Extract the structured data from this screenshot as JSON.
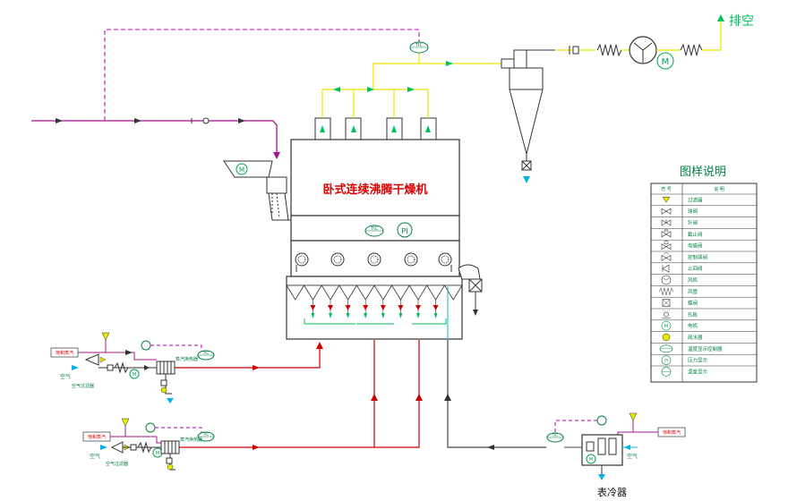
{
  "diagram": {
    "title": "卧式连续沸腾干燥机",
    "exhaust_label": "排空",
    "cooler_label": "表冷器",
    "instrument_labels": {
      "ti": "TIC",
      "pi": "PI",
      "pi_small": "PI",
      "m": "M"
    },
    "inlet_labels": {
      "steam": "饱和蒸汽",
      "air": "空气",
      "filter": "空气过滤器",
      "heater": "蒸汽换热器"
    },
    "legend": {
      "title": "图样说明",
      "header_symbol": "符  号",
      "header_desc": "说  明",
      "items": [
        {
          "icon": "filter-icon",
          "desc": "过滤器"
        },
        {
          "icon": "gate-valve-icon",
          "desc": "球阀"
        },
        {
          "icon": "needle-valve-icon",
          "desc": "针阀"
        },
        {
          "icon": "globe-valve-icon",
          "desc": "截止阀"
        },
        {
          "icon": "solenoid-valve-icon",
          "desc": "电磁阀"
        },
        {
          "icon": "control-valve-icon",
          "desc": "控制球阀"
        },
        {
          "icon": "check-valve-icon",
          "desc": "止回阀"
        },
        {
          "icon": "fan-icon",
          "desc": "风机"
        },
        {
          "icon": "bellows-icon",
          "desc": "风管"
        },
        {
          "icon": "butterfly-valve-icon",
          "desc": "蝶阀"
        },
        {
          "icon": "orifice-icon",
          "desc": "孔板"
        },
        {
          "icon": "motor-icon",
          "desc": "电机"
        },
        {
          "icon": "trap-icon",
          "desc": "疏水器"
        },
        {
          "icon": "temp-controller-icon",
          "desc": "温度显示控制器"
        },
        {
          "icon": "pressure-gauge-icon",
          "desc": "压力显示"
        },
        {
          "icon": "temp-gauge-icon",
          "desc": "温度显示"
        }
      ]
    },
    "colors": {
      "yellow": "#e8e800",
      "green": "#00c060",
      "red": "#cc0000",
      "magenta": "#a0148c",
      "purple": "#b400b4",
      "dark": "#333333",
      "cyan": "#00b4e6",
      "title_red": "#dd0000"
    }
  }
}
